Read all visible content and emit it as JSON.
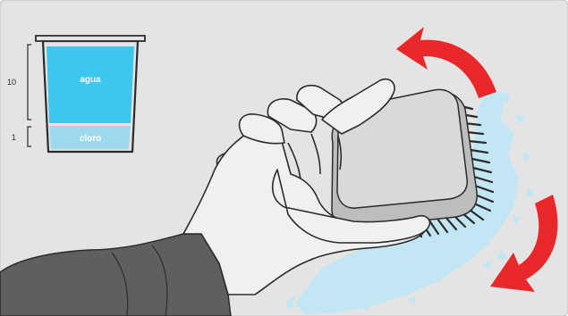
{
  "container": {
    "water_label": "agua",
    "chlorine_label": "cloro",
    "water_ratio": "10",
    "chlorine_ratio": "1"
  },
  "colors": {
    "background": "#e4e4e4",
    "water": "#3fc6ee",
    "chlorine": "#9ed9ee",
    "arrow": "#e8282a",
    "glove": "#f0f0f0",
    "sleeve": "#5f5f5f",
    "wet_area": "#c3e6f5",
    "brush": "#d9d9d9"
  },
  "icons": {
    "arrows": "rotate-arrows-icon",
    "brush": "scrub-brush-icon",
    "glove": "gloved-hand-icon"
  }
}
